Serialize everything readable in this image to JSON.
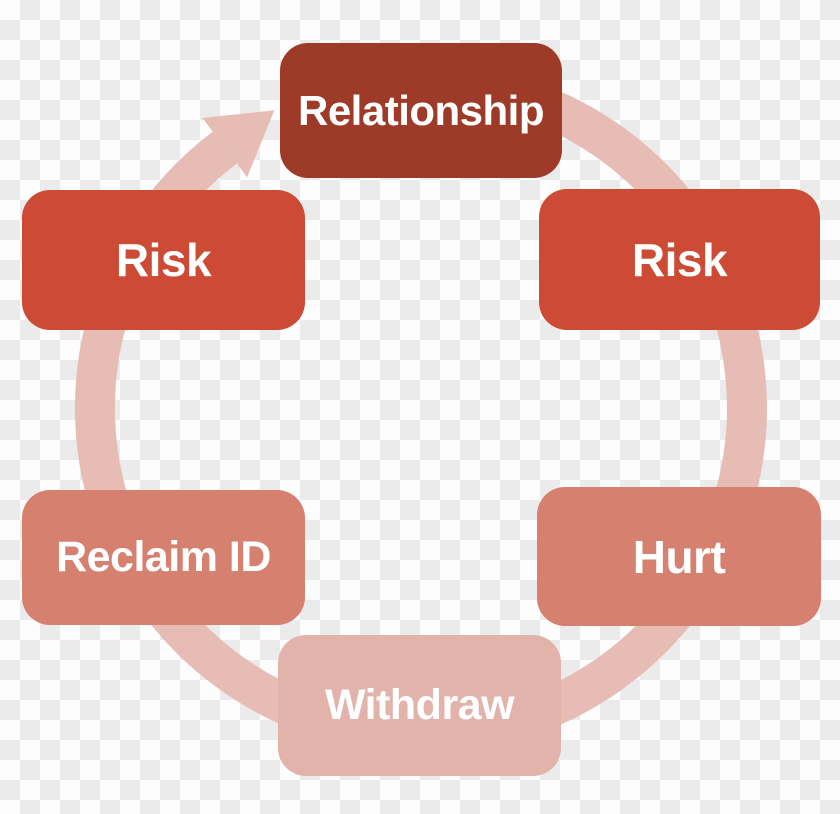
{
  "diagram": {
    "type": "cycle",
    "direction": "clockwise",
    "ring_color": "#e7bcb5",
    "arrow_color": "#e7bcb5",
    "text_color": "#ffffff",
    "background": {
      "checker_light": "#fdfdfd",
      "checker_dark": "#ebebeb"
    },
    "nodes": [
      {
        "label": "Relationship",
        "position": "top",
        "fill": "#9d3a28"
      },
      {
        "label": "Risk",
        "position": "upper-right",
        "fill": "#cd4a35"
      },
      {
        "label": "Hurt",
        "position": "lower-right",
        "fill": "#d6806f"
      },
      {
        "label": "Withdraw",
        "position": "bottom",
        "fill": "#e2b3ab"
      },
      {
        "label": "Reclaim ID",
        "position": "lower-left",
        "fill": "#d6806f"
      },
      {
        "label": "Risk",
        "position": "upper-left",
        "fill": "#cd4a35"
      }
    ]
  }
}
